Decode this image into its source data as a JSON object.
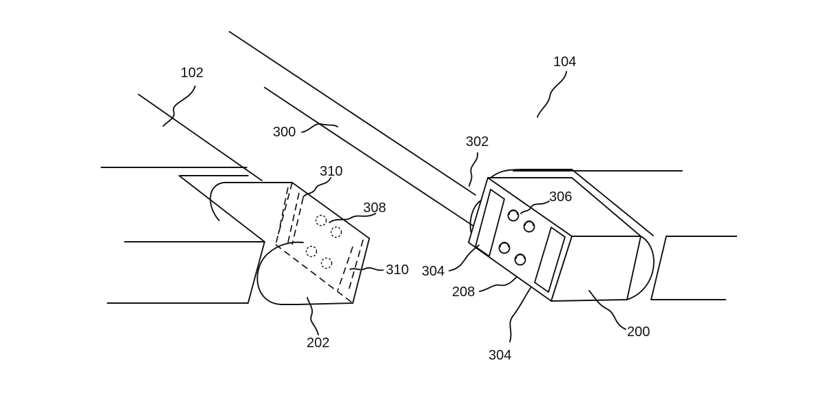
{
  "figure": {
    "labels": {
      "l102": "102",
      "l104": "104",
      "l300": "300",
      "l302": "302",
      "l310a": "310",
      "l310b": "310",
      "l308": "308",
      "l306": "306",
      "l304a": "304",
      "l304b": "304",
      "l208": "208",
      "l202": "202",
      "l200": "200"
    },
    "colors": {
      "line": "#111111",
      "background": "#ffffff"
    }
  }
}
